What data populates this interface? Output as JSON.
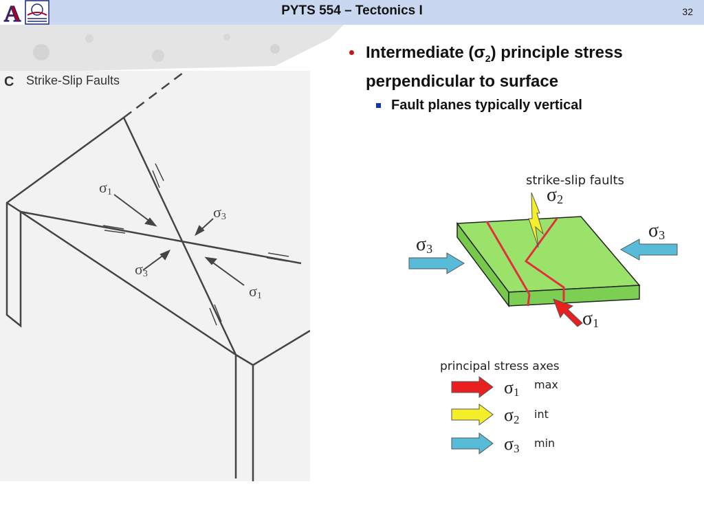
{
  "header": {
    "title": "PYTS 554 – Tectonics I",
    "page_number": "32",
    "logo_letter": "A"
  },
  "bullets": {
    "main_pre": "Intermediate (σ",
    "main_sub": "2",
    "main_post": ") principle stress perpendicular to surface",
    "sub": "Fault planes typically vertical"
  },
  "left_figure": {
    "label_letter": "C",
    "label_title": "Strike-Slip Faults",
    "sigma1": "σ",
    "sigma1_sub": "1",
    "sigma3_sub": "3"
  },
  "right_figure": {
    "title": "strike-slip faults",
    "sigma": "σ",
    "sub1": "1",
    "sub2": "2",
    "sub3": "3",
    "legend_title": "principal stress axes",
    "legend_max": "max",
    "legend_int": "int",
    "legend_min": "min",
    "colors": {
      "block": "#9be26a",
      "fault": "#e0303c",
      "sigma1": "#e82020",
      "sigma2": "#f5ef2a",
      "sigma3": "#58bcd8"
    }
  }
}
